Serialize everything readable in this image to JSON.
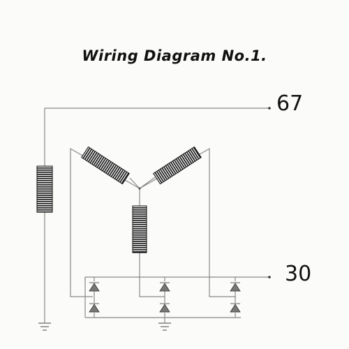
{
  "title": "Wiring Diagram No.1.",
  "terminals": {
    "t67": "67",
    "t30": "30"
  },
  "colors": {
    "background": "#fbfbf9",
    "wire": "#888888",
    "coil": "#222222",
    "text": "#111111"
  }
}
